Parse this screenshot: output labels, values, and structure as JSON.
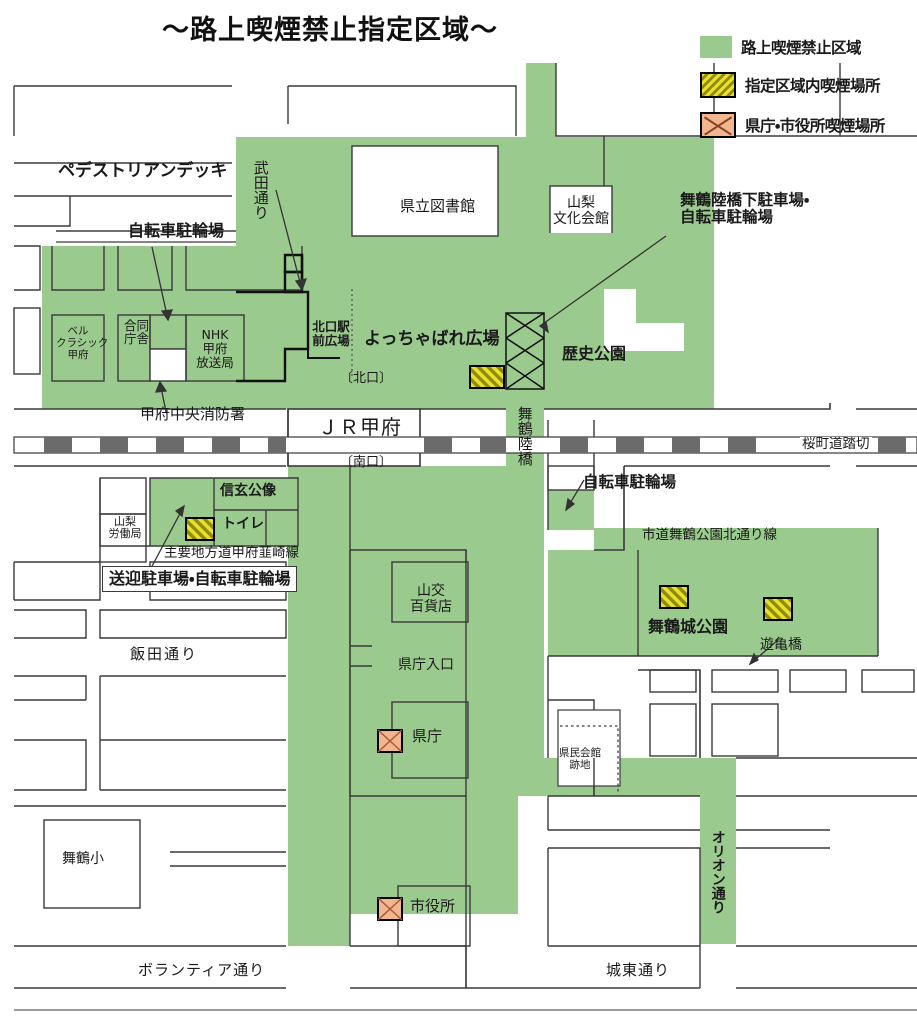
{
  "title": "〜路上喫煙禁止指定区域〜",
  "legend": {
    "items": [
      {
        "swatch": "green-fill",
        "label": "路上喫煙禁止区域"
      },
      {
        "swatch": "yellow-hatch",
        "label": "指定区域内喫煙場所"
      },
      {
        "swatch": "orange-cross",
        "label": "県庁・市役所喫煙場所"
      }
    ]
  },
  "colors": {
    "smoking_ban_zone": "#9bca8e",
    "designated_smoking_area": "#e8e02a",
    "government_smoking_area": "#f0b591",
    "road_outline": "#3a3a3a",
    "railway": "#5a5a5a",
    "background": "#ffffff"
  },
  "callouts": [
    {
      "id": "pedestrian-deck",
      "label": "ペデストリアンデッキ"
    },
    {
      "id": "bicycle-parking-nw",
      "label": "自転車駐輪場"
    },
    {
      "id": "fire-department",
      "label": "甲府中央消防署"
    },
    {
      "id": "maizuru-overpass-parking",
      "label": "舞鶴陸橋下駐車場・\n自転車駐輪場"
    },
    {
      "id": "bicycle-parking-e",
      "label": "自転車駐輪場"
    },
    {
      "id": "dropoff-parking",
      "label": "送迎駐車場・自転車駐輪場"
    },
    {
      "id": "yukibashi",
      "label": "遊亀橋"
    }
  ],
  "places": [
    {
      "id": "kenritsu-toshokan",
      "label": "県立図書館"
    },
    {
      "id": "yamanashi-bunka",
      "label": "山梨\n文化会館"
    },
    {
      "id": "bell-classic-kofu",
      "label": "ベル\nクラシック\n甲府"
    },
    {
      "id": "godo-chosha",
      "label": "合同\n庁舎"
    },
    {
      "id": "nhk-kofu",
      "label": "NHK\n甲府\n放送局"
    },
    {
      "id": "kitaguchi-ekimae",
      "label": "北口駅\n前広場"
    },
    {
      "id": "yocchabare-hiroba",
      "label": "よっちゃばれ広場"
    },
    {
      "id": "rekishi-koen",
      "label": "歴史公園"
    },
    {
      "id": "jr-kofu",
      "label": "ＪＲ甲府"
    },
    {
      "id": "kitaguchi",
      "label": "〔北口〕"
    },
    {
      "id": "minamiguchi",
      "label": "〔南口〕"
    },
    {
      "id": "yamanashi-rodokyoku",
      "label": "山梨\n労働局"
    },
    {
      "id": "shingen-statue",
      "label": "信玄公像"
    },
    {
      "id": "toilet",
      "label": "トイレ"
    },
    {
      "id": "sanko-hyakkaten",
      "label": "山交\n百貨店"
    },
    {
      "id": "kencho-iriguchi",
      "label": "県庁入口"
    },
    {
      "id": "kencho",
      "label": "県庁"
    },
    {
      "id": "kenmin-kaikan-ato",
      "label": "県民会館\n跡地"
    },
    {
      "id": "maizuru-jo-koen",
      "label": "舞鶴城公園"
    },
    {
      "id": "maizuru-sho",
      "label": "舞鶴小"
    },
    {
      "id": "shiyakusho",
      "label": "市役所"
    }
  ],
  "streets": [
    {
      "id": "takeda-dori",
      "label": "武田通り",
      "orientation": "vertical"
    },
    {
      "id": "maizuru-rikkyo",
      "label": "舞鶴陸橋",
      "orientation": "vertical"
    },
    {
      "id": "orion-dori",
      "label": "オリオン通り",
      "orientation": "vertical"
    },
    {
      "id": "sakuramachi-fumikiri",
      "label": "桜町道踏切",
      "orientation": "horizontal"
    },
    {
      "id": "shido-maizuru-kitadori",
      "label": "市道舞鶴公園北通り線",
      "orientation": "horizontal"
    },
    {
      "id": "kofu-nirasaki-sen",
      "label": "主要地方道甲府韮崎線",
      "orientation": "horizontal"
    },
    {
      "id": "iida-dori",
      "label": "飯田通り",
      "orientation": "horizontal"
    },
    {
      "id": "volunteer-dori",
      "label": "ボランティア通り",
      "orientation": "horizontal"
    },
    {
      "id": "joto-dori",
      "label": "城東通り",
      "orientation": "horizontal"
    }
  ],
  "smoking_areas": {
    "designated": [
      {
        "id": "smoke-yocchabare",
        "near": "よっちゃばれ広場"
      },
      {
        "id": "smoke-shingen",
        "near": "信玄公像"
      },
      {
        "id": "smoke-maizuru-1",
        "near": "舞鶴城公園"
      },
      {
        "id": "smoke-maizuru-2",
        "near": "舞鶴城公園"
      }
    ],
    "government": [
      {
        "id": "smoke-kencho",
        "near": "県庁"
      },
      {
        "id": "smoke-shiyakusho",
        "near": "市役所"
      }
    ]
  }
}
